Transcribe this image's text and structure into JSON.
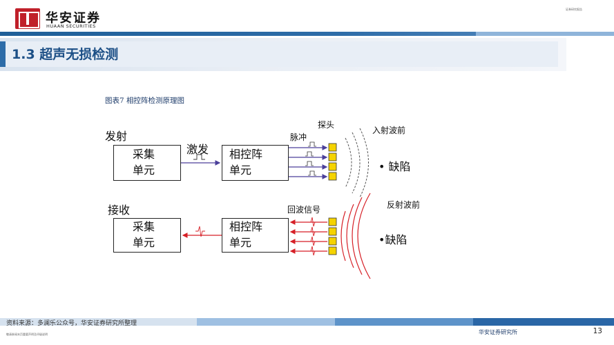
{
  "header": {
    "brand_cn": "华安证券",
    "brand_en": "HUAAN SECURITIES",
    "top_right_note": "证券研究报告"
  },
  "title": "1.3 超声无损检测",
  "figure_caption": "图表7 相控阵检测原理图",
  "diagram": {
    "emit": {
      "section_label": "发射",
      "box1_line1": "采集",
      "box1_line2": "单元",
      "excite_label": "激发",
      "box2_line1": "相控阵",
      "box2_line2": "单元",
      "pulse_label": "脉冲",
      "probe_label": "探头",
      "wave_label": "入射波前",
      "defect_label": "• 缺陷"
    },
    "receive": {
      "section_label": "接收",
      "box1_line1": "采集",
      "box1_line2": "单元",
      "box2_line1": "相控阵",
      "box2_line2": "单元",
      "echo_label": "回波信号",
      "wave_label": "反射波前",
      "defect_label": "•缺陷"
    },
    "colors": {
      "emit_arrow": "#4a3f9a",
      "receive_arrow": "#d61f26",
      "probe": "#f5d300",
      "emit_wave": "#444444"
    }
  },
  "footer": {
    "source": "资料来源：多澜乐公众号，华安证券研究所整理",
    "disclaimer": "敬请参阅末页重要声明及评级说明",
    "brand": "华安证券研究所",
    "page_number": "13"
  }
}
